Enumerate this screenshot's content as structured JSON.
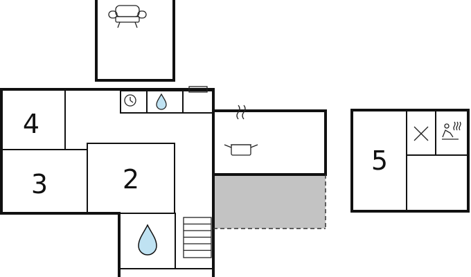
{
  "rooms": [
    {
      "number": "4"
    },
    {
      "number": "3"
    },
    {
      "number": "2"
    },
    {
      "number": "5"
    }
  ],
  "icons": [
    "sofa-icon",
    "clock-icon",
    "water-drop-icon",
    "cooking-pot-icon",
    "cross-icon",
    "sauna-icon",
    "shower-drop-icon",
    "stairs-icon"
  ],
  "colors": {
    "wall": "#111111",
    "terrace": "#c3c3c3",
    "water": "#bfe2f2"
  }
}
